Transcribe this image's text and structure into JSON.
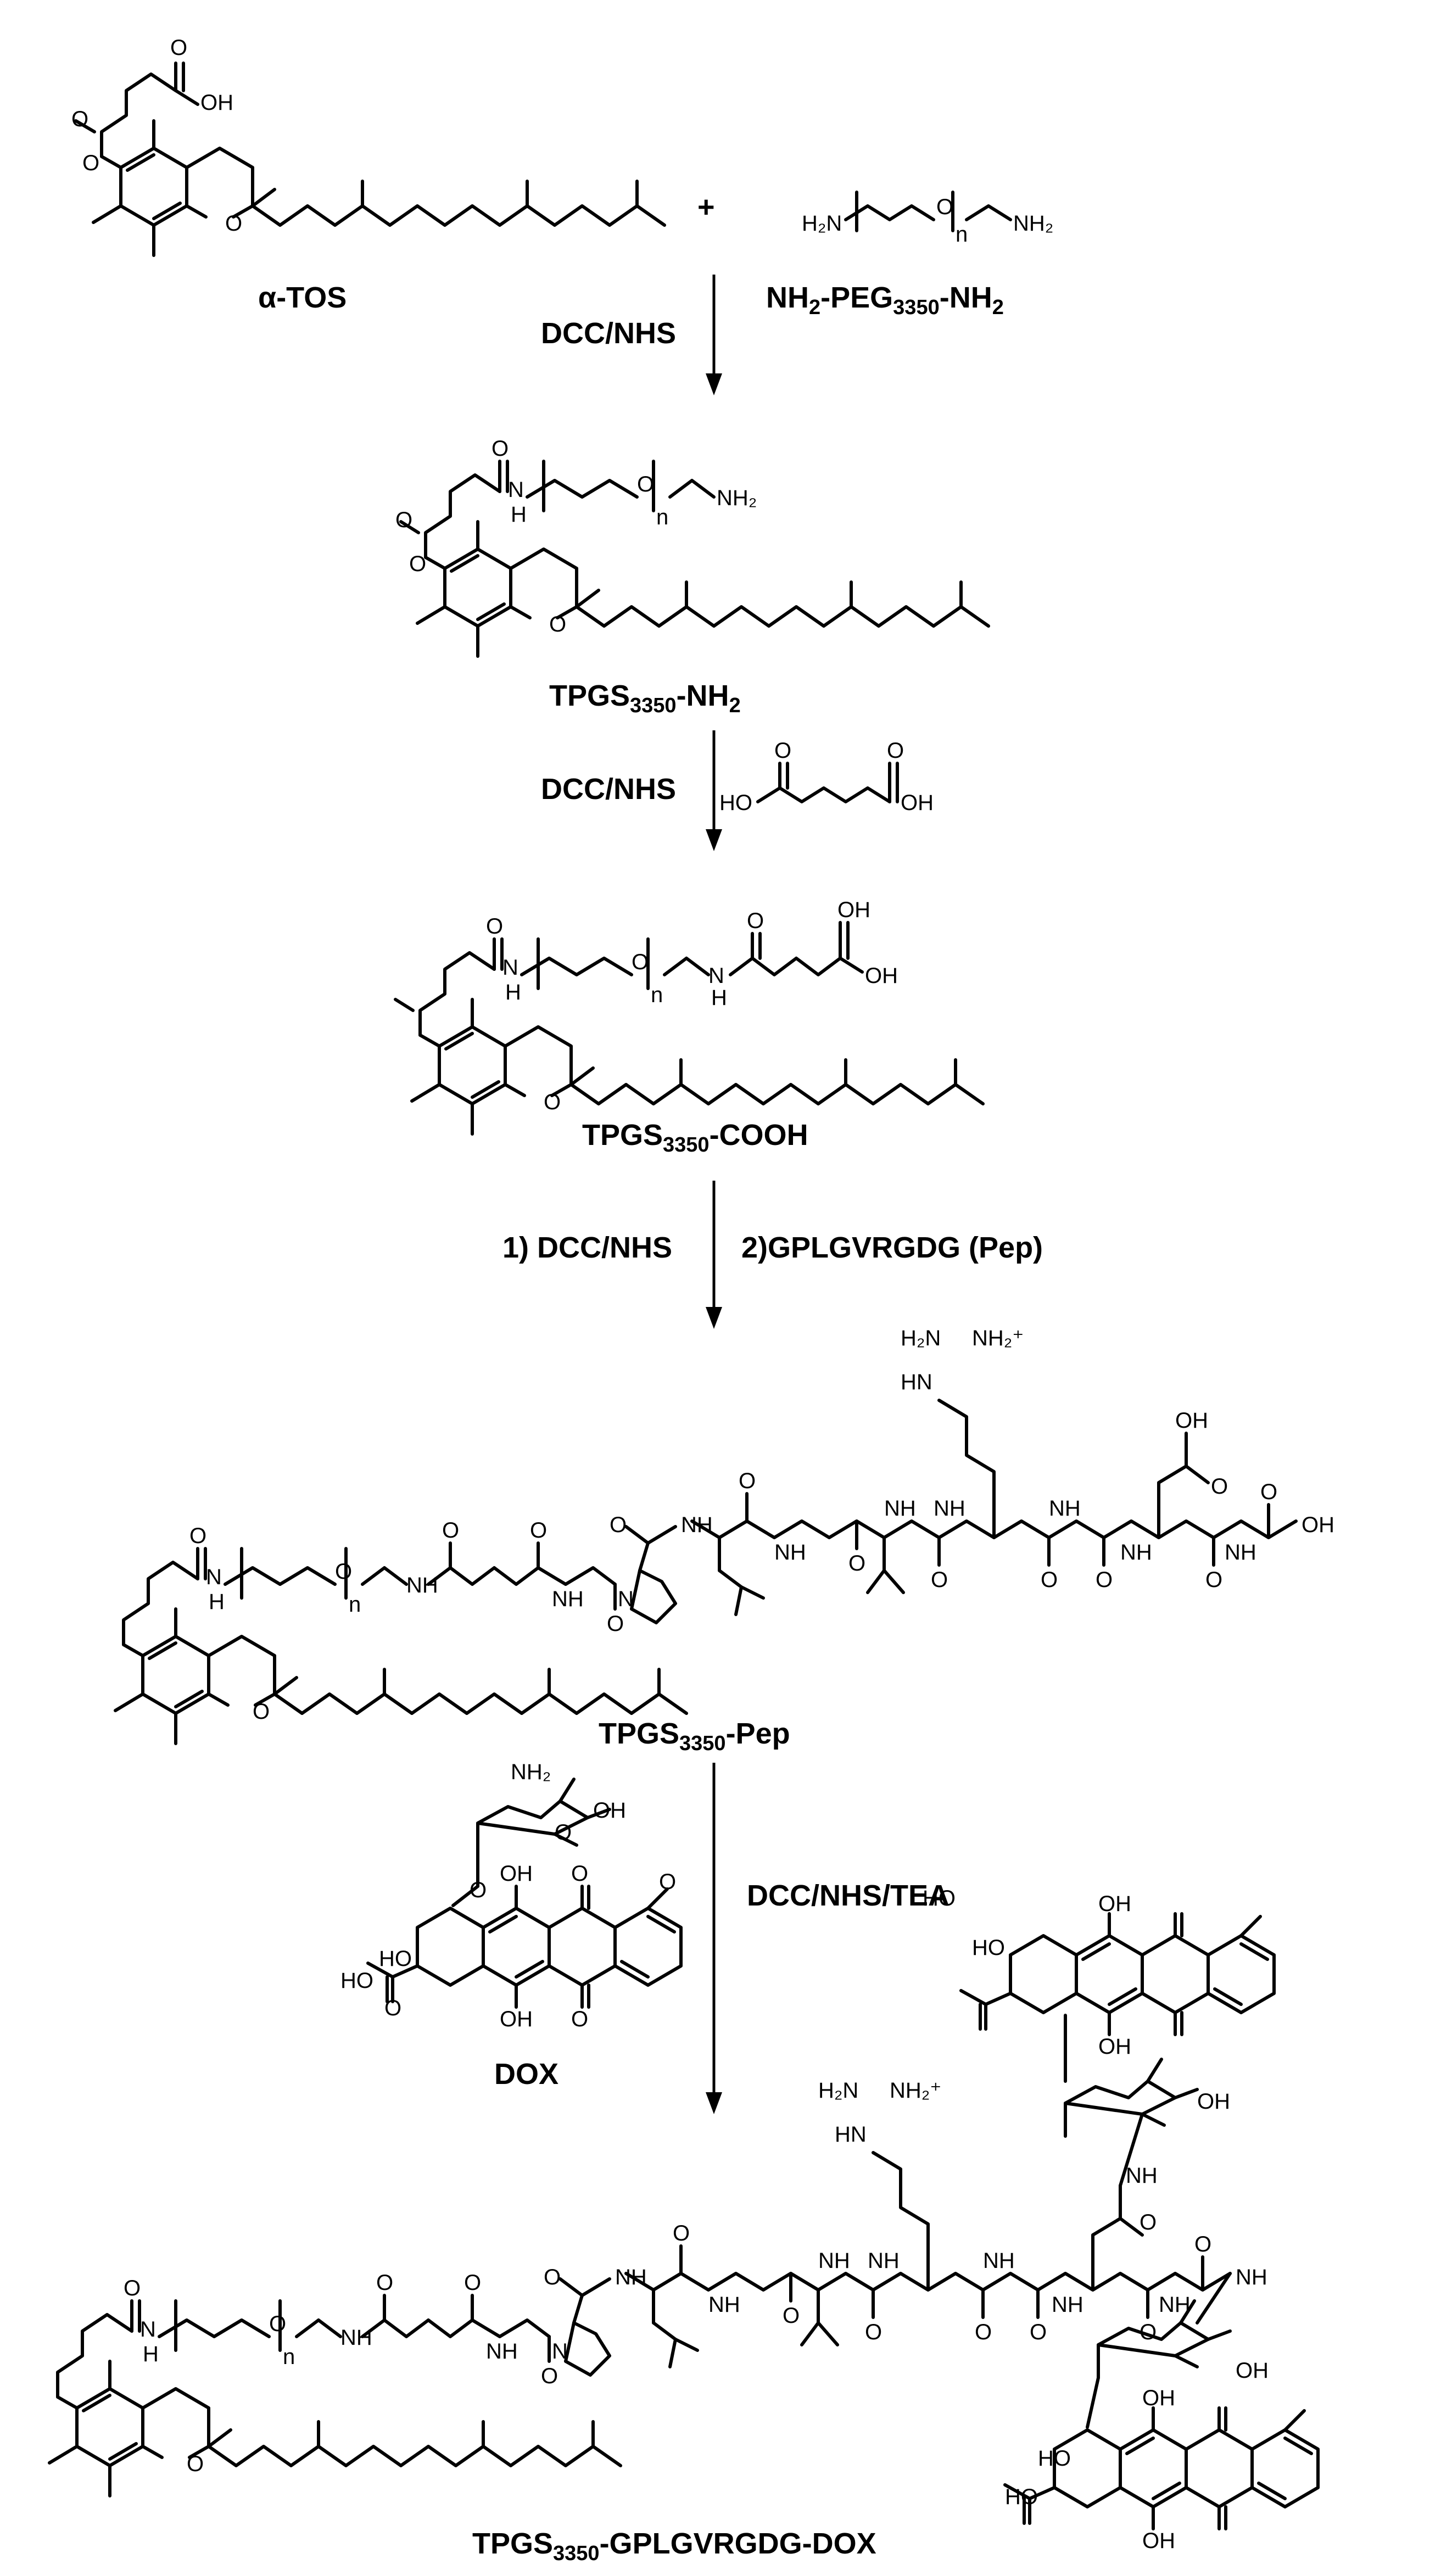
{
  "compounds": {
    "alpha_tos": "α-TOS",
    "peg": {
      "a": "NH",
      "s1": "2",
      "b": "-PEG",
      "s2": "3350",
      "c": "-NH",
      "s3": "2"
    },
    "tpgs_nh2": {
      "a": "TPGS",
      "s1": "3350",
      "b": "-NH",
      "s2": "2"
    },
    "tpgs_cooh": {
      "a": "TPGS",
      "s1": "3350",
      "b": "-COOH"
    },
    "tpgs_pep": {
      "a": "TPGS",
      "s1": "3350",
      "b": "-Pep"
    },
    "dox": "DOX",
    "final": {
      "a": "TPGS",
      "s1": "3350",
      "b": "-GPLGVRGDG-DOX"
    }
  },
  "reagents": {
    "step1": "DCC/NHS",
    "step2": "DCC/NHS",
    "step3a": "1) DCC/NHS",
    "step3b": "2)GPLGVRGDG (Pep)",
    "step4": "DCC/NHS/TEA",
    "plus": "+"
  },
  "atoms": {
    "oh": "OH",
    "ho": "HO",
    "o": "O",
    "n_rep": "n",
    "h2n": "H₂N",
    "nh2": "NH₂",
    "nh": "NH",
    "h": "H",
    "n": "N",
    "h2n_plus": "H₂N",
    "nh2_plus": "NH₂⁺",
    "hn": "HN"
  }
}
